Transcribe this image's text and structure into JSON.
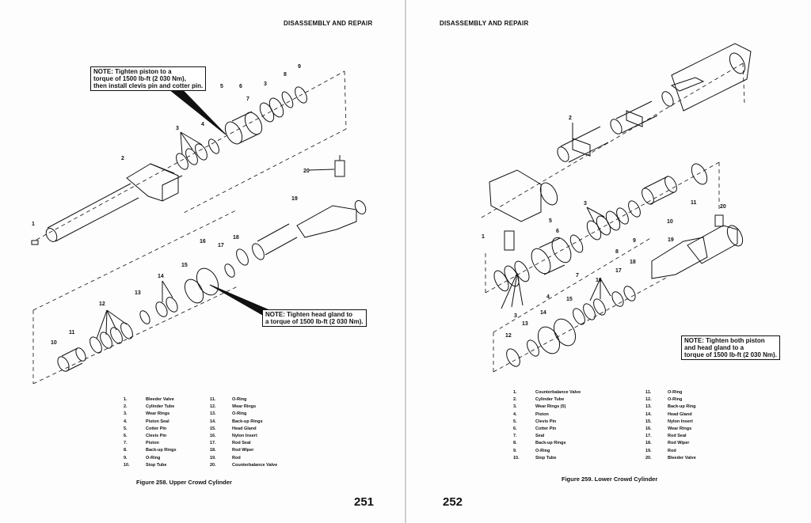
{
  "left": {
    "header": "DISASSEMBLY AND REPAIR",
    "note_top": "NOTE: Tighten piston to a\ntorque of 1500 lb-ft (2 030 Nm),\nthen install clevis pin and cotter pin.",
    "note_bottom": "NOTE: Tighten head gland to\na torque of 1500 lb-ft (2 030 Nm).",
    "callouts": [
      "1",
      "2",
      "3",
      "4",
      "5",
      "6",
      "7",
      "3",
      "8",
      "9",
      "20",
      "19",
      "18",
      "17",
      "16",
      "15",
      "14",
      "13",
      "12",
      "11",
      "10"
    ],
    "legend_col1": [
      {
        "n": "1.",
        "t": "Bleeder Valve"
      },
      {
        "n": "2.",
        "t": "Cylinder Tube"
      },
      {
        "n": "3.",
        "t": "Wear Rings"
      },
      {
        "n": "4.",
        "t": "Piston Seal"
      },
      {
        "n": "5.",
        "t": "Cotter Pin"
      },
      {
        "n": "6.",
        "t": "Clevis Pin"
      },
      {
        "n": "7.",
        "t": "Piston"
      },
      {
        "n": "8.",
        "t": "Back-up Rings"
      },
      {
        "n": "9.",
        "t": "O-Ring"
      },
      {
        "n": "10.",
        "t": "Stop Tube"
      }
    ],
    "legend_col2": [
      {
        "n": "11.",
        "t": "O-Ring"
      },
      {
        "n": "12.",
        "t": "Wear Rings"
      },
      {
        "n": "13.",
        "t": "O-Ring"
      },
      {
        "n": "14.",
        "t": "Back-up Rings"
      },
      {
        "n": "15.",
        "t": "Head Gland"
      },
      {
        "n": "16.",
        "t": "Nylon Insert"
      },
      {
        "n": "17.",
        "t": "Rod Seal"
      },
      {
        "n": "18.",
        "t": "Rod Wiper"
      },
      {
        "n": "19.",
        "t": "Rod"
      },
      {
        "n": "20.",
        "t": "Counterbalance Valve"
      }
    ],
    "caption": "Figure 258. Upper Crowd Cylinder",
    "page_number": "251"
  },
  "right": {
    "header": "DISASSEMBLY AND REPAIR",
    "note": "NOTE: Tighten both piston\nand head gland to a\ntorque of 1500 lb-ft (2 030 Nm).",
    "callouts": [
      "2",
      "1",
      "3",
      "5",
      "6",
      "7",
      "4",
      "8",
      "9",
      "10",
      "11",
      "20",
      "19",
      "18",
      "17",
      "16",
      "15",
      "14",
      "13",
      "12",
      "3"
    ],
    "legend_col1": [
      {
        "n": "1.",
        "t": "Counterbalance Valve"
      },
      {
        "n": "2.",
        "t": "Cylinder Tube"
      },
      {
        "n": "3.",
        "t": "Wear Rings (5)"
      },
      {
        "n": "4.",
        "t": "Piston"
      },
      {
        "n": "5.",
        "t": "Clevis Pin"
      },
      {
        "n": "6.",
        "t": "Cotter Pin"
      },
      {
        "n": "7.",
        "t": "Seal"
      },
      {
        "n": "8.",
        "t": "Back-up Rings"
      },
      {
        "n": "9.",
        "t": "O-Ring"
      },
      {
        "n": "10.",
        "t": "Stop Tube"
      }
    ],
    "legend_col2": [
      {
        "n": "11.",
        "t": "O-Ring"
      },
      {
        "n": "12.",
        "t": "O-Ring"
      },
      {
        "n": "13.",
        "t": "Back-up Ring"
      },
      {
        "n": "14.",
        "t": "Head Gland"
      },
      {
        "n": "15.",
        "t": "Nylon Insert"
      },
      {
        "n": "16.",
        "t": "Wear Rings"
      },
      {
        "n": "17.",
        "t": "Rod Seal"
      },
      {
        "n": "18.",
        "t": "Rod Wiper"
      },
      {
        "n": "19.",
        "t": "Rod"
      },
      {
        "n": "20.",
        "t": "Bleeder Valve"
      }
    ],
    "caption": "Figure 259. Lower Crowd Cylinder",
    "page_number": "252"
  }
}
